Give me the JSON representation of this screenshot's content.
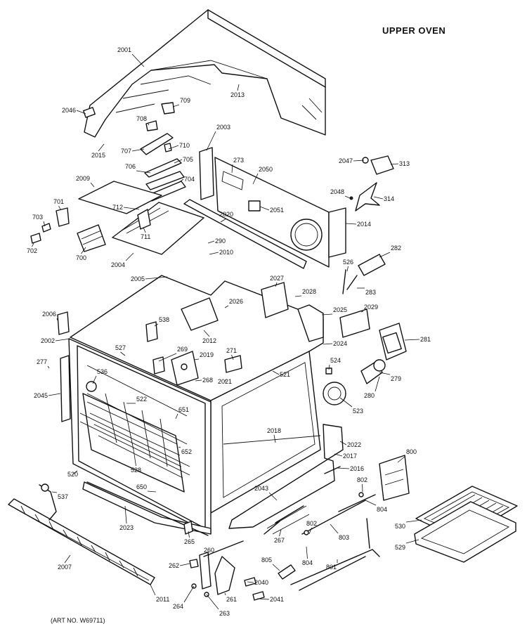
{
  "title": "UPPER OVEN",
  "art_number": "(ART NO. W69711)",
  "parts": [
    {
      "id": "p2001",
      "label": "2001"
    },
    {
      "id": "p2013",
      "label": "2013"
    },
    {
      "id": "p2046",
      "label": "2046"
    },
    {
      "id": "p709",
      "label": "709"
    },
    {
      "id": "p708",
      "label": "708"
    },
    {
      "id": "p2015",
      "label": "2015"
    },
    {
      "id": "p707",
      "label": "707"
    },
    {
      "id": "p710",
      "label": "710"
    },
    {
      "id": "p706",
      "label": "706"
    },
    {
      "id": "p705",
      "label": "705"
    },
    {
      "id": "p704",
      "label": "704"
    },
    {
      "id": "p2003",
      "label": "2003"
    },
    {
      "id": "p273",
      "label": "273"
    },
    {
      "id": "p2050",
      "label": "2050"
    },
    {
      "id": "p2047",
      "label": "2047"
    },
    {
      "id": "p313",
      "label": "313"
    },
    {
      "id": "p2048",
      "label": "2048"
    },
    {
      "id": "p314",
      "label": "314"
    },
    {
      "id": "p2009",
      "label": "2009"
    },
    {
      "id": "p701",
      "label": "701"
    },
    {
      "id": "p712",
      "label": "712"
    },
    {
      "id": "p703",
      "label": "703"
    },
    {
      "id": "p702",
      "label": "702"
    },
    {
      "id": "p711",
      "label": "711"
    },
    {
      "id": "p700",
      "label": "700"
    },
    {
      "id": "p2051",
      "label": "2051"
    },
    {
      "id": "p2014",
      "label": "2014"
    },
    {
      "id": "p2020",
      "label": "2020"
    },
    {
      "id": "p290",
      "label": "290"
    },
    {
      "id": "p2010",
      "label": "2010"
    },
    {
      "id": "p2004",
      "label": "2004"
    },
    {
      "id": "p282",
      "label": "282"
    },
    {
      "id": "p526",
      "label": "526"
    },
    {
      "id": "p2005",
      "label": "2005"
    },
    {
      "id": "p283",
      "label": "283"
    },
    {
      "id": "p2027",
      "label": "2027"
    },
    {
      "id": "p2028",
      "label": "2028"
    },
    {
      "id": "p2026",
      "label": "2026"
    },
    {
      "id": "p2006",
      "label": "2006"
    },
    {
      "id": "p538",
      "label": "538"
    },
    {
      "id": "p2025",
      "label": "2025"
    },
    {
      "id": "p2029",
      "label": "2029"
    },
    {
      "id": "p2012",
      "label": "2012"
    },
    {
      "id": "p2002",
      "label": "2002"
    },
    {
      "id": "p281",
      "label": "281"
    },
    {
      "id": "p527",
      "label": "527"
    },
    {
      "id": "p269",
      "label": "269"
    },
    {
      "id": "p2019",
      "label": "2019"
    },
    {
      "id": "p271",
      "label": "271"
    },
    {
      "id": "p2024",
      "label": "2024"
    },
    {
      "id": "p277",
      "label": "277"
    },
    {
      "id": "p524",
      "label": "524"
    },
    {
      "id": "p536",
      "label": "536"
    },
    {
      "id": "p268",
      "label": "268"
    },
    {
      "id": "p521",
      "label": "521"
    },
    {
      "id": "p279",
      "label": "279"
    },
    {
      "id": "p2021",
      "label": "2021"
    },
    {
      "id": "p2045",
      "label": "2045"
    },
    {
      "id": "p522",
      "label": "522"
    },
    {
      "id": "p651",
      "label": "651"
    },
    {
      "id": "p280",
      "label": "280"
    },
    {
      "id": "p523",
      "label": "523"
    },
    {
      "id": "p2018",
      "label": "2018"
    },
    {
      "id": "p2022",
      "label": "2022"
    },
    {
      "id": "p652",
      "label": "652"
    },
    {
      "id": "p800",
      "label": "800"
    },
    {
      "id": "p2017",
      "label": "2017"
    },
    {
      "id": "p528",
      "label": "528"
    },
    {
      "id": "p520",
      "label": "520"
    },
    {
      "id": "p2016",
      "label": "2016"
    },
    {
      "id": "p802a",
      "label": "802"
    },
    {
      "id": "p650",
      "label": "650"
    },
    {
      "id": "p2043",
      "label": "2043"
    },
    {
      "id": "p537",
      "label": "537"
    },
    {
      "id": "p804a",
      "label": "804"
    },
    {
      "id": "p802b",
      "label": "802"
    },
    {
      "id": "p530",
      "label": "530"
    },
    {
      "id": "p2023",
      "label": "2023"
    },
    {
      "id": "p803",
      "label": "803"
    },
    {
      "id": "p267",
      "label": "267"
    },
    {
      "id": "p529",
      "label": "529"
    },
    {
      "id": "p265",
      "label": "265"
    },
    {
      "id": "p260",
      "label": "260"
    },
    {
      "id": "p804b",
      "label": "804"
    },
    {
      "id": "p805",
      "label": "805"
    },
    {
      "id": "p2007",
      "label": "2007"
    },
    {
      "id": "p262",
      "label": "262"
    },
    {
      "id": "p801",
      "label": "801"
    },
    {
      "id": "p2040",
      "label": "2040"
    },
    {
      "id": "p261",
      "label": "261"
    },
    {
      "id": "p2011",
      "label": "2011"
    },
    {
      "id": "p264",
      "label": "264"
    },
    {
      "id": "p2041",
      "label": "2041"
    },
    {
      "id": "p263",
      "label": "263"
    }
  ]
}
